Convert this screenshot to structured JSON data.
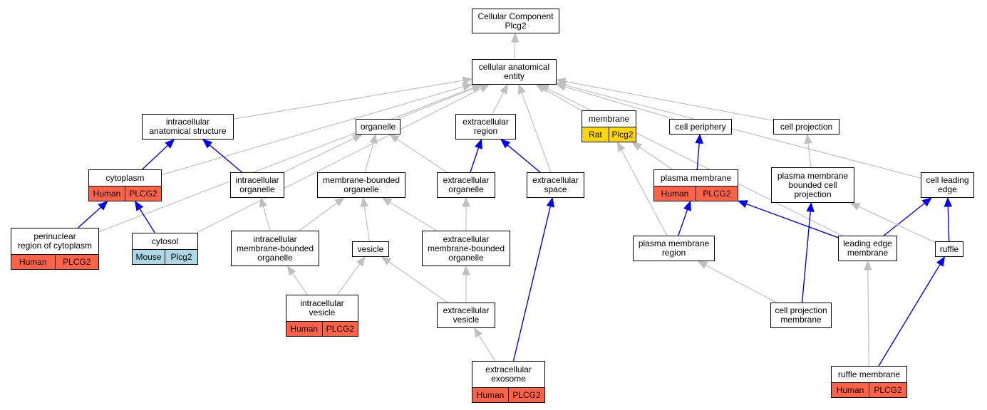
{
  "colors": {
    "gray_edge": "#c0c0c0",
    "blue_edge": "#0000ff",
    "Human": "#ff6347",
    "Mouse": "#add8e6",
    "Rat": "#ffd700"
  },
  "nodes": [
    {
      "id": "cc_root",
      "label": "Cellular Component\nPlcg2",
      "tags": []
    },
    {
      "id": "cae",
      "label": "cellular anatomical\nentity",
      "tags": []
    },
    {
      "id": "ias",
      "label": "intracellular\nanatomical structure",
      "tags": []
    },
    {
      "id": "organelle",
      "label": "organelle",
      "tags": []
    },
    {
      "id": "exreg",
      "label": "extracellular\nregion",
      "tags": []
    },
    {
      "id": "membrane",
      "label": "membrane",
      "tags": [
        {
          "species": "Rat",
          "symbol": "Plcg2"
        }
      ]
    },
    {
      "id": "cellper",
      "label": "cell periphery",
      "tags": []
    },
    {
      "id": "cellproj",
      "label": "cell projection",
      "tags": []
    },
    {
      "id": "cytoplasm",
      "label": "cytoplasm",
      "tags": [
        {
          "species": "Human",
          "symbol": "PLCG2"
        }
      ]
    },
    {
      "id": "intorg",
      "label": "intracellular\norganelle",
      "tags": []
    },
    {
      "id": "mbo",
      "label": "membrane-bounded\norganelle",
      "tags": []
    },
    {
      "id": "exorg",
      "label": "extracellular\norganelle",
      "tags": []
    },
    {
      "id": "exspace",
      "label": "extracellular\nspace",
      "tags": []
    },
    {
      "id": "pm",
      "label": "plasma membrane",
      "tags": [
        {
          "species": "Human",
          "symbol": "PLCG2"
        }
      ]
    },
    {
      "id": "pmbcp",
      "label": "plasma membrane\nbounded cell\nprojection",
      "tags": []
    },
    {
      "id": "cle",
      "label": "cell leading\nedge",
      "tags": []
    },
    {
      "id": "perinuc",
      "label": "perinuclear\nregion of cytoplasm",
      "tags": [
        {
          "species": "Human",
          "symbol": "PLCG2"
        }
      ]
    },
    {
      "id": "cytosol",
      "label": "cytosol",
      "tags": [
        {
          "species": "Mouse",
          "symbol": "Plcg2"
        }
      ]
    },
    {
      "id": "imbo",
      "label": "intracellular\nmembrane-bounded\norganelle",
      "tags": []
    },
    {
      "id": "vesicle",
      "label": "vesicle",
      "tags": []
    },
    {
      "id": "embo",
      "label": "extracellular\nmembrane-bounded\norganelle",
      "tags": []
    },
    {
      "id": "pmr",
      "label": "plasma membrane\nregion",
      "tags": []
    },
    {
      "id": "lem",
      "label": "leading edge\nmembrane",
      "tags": []
    },
    {
      "id": "ruffle",
      "label": "ruffle",
      "tags": []
    },
    {
      "id": "iv",
      "label": "intracellular\nvesicle",
      "tags": [
        {
          "species": "Human",
          "symbol": "PLCG2"
        }
      ]
    },
    {
      "id": "ev",
      "label": "extracellular\nvesicle",
      "tags": []
    },
    {
      "id": "cpm",
      "label": "cell projection\nmembrane",
      "tags": []
    },
    {
      "id": "exo",
      "label": "extracellular\nexosome",
      "tags": [
        {
          "species": "Human",
          "symbol": "PLCG2"
        }
      ]
    },
    {
      "id": "rm",
      "label": "ruffle membrane",
      "tags": [
        {
          "species": "Human",
          "symbol": "PLCG2"
        }
      ]
    }
  ],
  "edges": [
    {
      "from": "cae",
      "to": "cc_root",
      "kind": "is_a"
    },
    {
      "from": "ias",
      "to": "cae",
      "kind": "is_a"
    },
    {
      "from": "organelle",
      "to": "cae",
      "kind": "is_a"
    },
    {
      "from": "exreg",
      "to": "cae",
      "kind": "is_a"
    },
    {
      "from": "exspace",
      "to": "cae",
      "kind": "is_a"
    },
    {
      "from": "membrane",
      "to": "cae",
      "kind": "is_a"
    },
    {
      "from": "cellper",
      "to": "cae",
      "kind": "is_a"
    },
    {
      "from": "cellproj",
      "to": "cae",
      "kind": "is_a"
    },
    {
      "from": "cle",
      "to": "cae",
      "kind": "is_a"
    },
    {
      "from": "lem",
      "to": "cae",
      "kind": "is_a"
    },
    {
      "from": "cytoplasm",
      "to": "cae",
      "kind": "is_a"
    },
    {
      "from": "perinuc",
      "to": "cae",
      "kind": "is_a"
    },
    {
      "from": "cytosol",
      "to": "cae",
      "kind": "is_a"
    },
    {
      "from": "cytoplasm",
      "to": "ias",
      "kind": "part_of"
    },
    {
      "from": "intorg",
      "to": "ias",
      "kind": "part_of"
    },
    {
      "from": "intorg",
      "to": "organelle",
      "kind": "is_a"
    },
    {
      "from": "mbo",
      "to": "organelle",
      "kind": "is_a"
    },
    {
      "from": "exorg",
      "to": "organelle",
      "kind": "is_a"
    },
    {
      "from": "exorg",
      "to": "exreg",
      "kind": "part_of"
    },
    {
      "from": "exspace",
      "to": "exreg",
      "kind": "part_of"
    },
    {
      "from": "pm",
      "to": "cellper",
      "kind": "part_of"
    },
    {
      "from": "pm",
      "to": "membrane",
      "kind": "is_a"
    },
    {
      "from": "pmr",
      "to": "membrane",
      "kind": "is_a"
    },
    {
      "from": "pmbcp",
      "to": "cellproj",
      "kind": "is_a"
    },
    {
      "from": "perinuc",
      "to": "cytoplasm",
      "kind": "part_of"
    },
    {
      "from": "cytosol",
      "to": "cytoplasm",
      "kind": "part_of"
    },
    {
      "from": "imbo",
      "to": "intorg",
      "kind": "is_a"
    },
    {
      "from": "imbo",
      "to": "mbo",
      "kind": "is_a"
    },
    {
      "from": "vesicle",
      "to": "mbo",
      "kind": "is_a"
    },
    {
      "from": "embo",
      "to": "mbo",
      "kind": "is_a"
    },
    {
      "from": "embo",
      "to": "exorg",
      "kind": "is_a"
    },
    {
      "from": "pmr",
      "to": "pm",
      "kind": "part_of"
    },
    {
      "from": "lem",
      "to": "pm",
      "kind": "part_of"
    },
    {
      "from": "lem",
      "to": "cle",
      "kind": "part_of"
    },
    {
      "from": "ruffle",
      "to": "cle",
      "kind": "part_of"
    },
    {
      "from": "ruffle",
      "to": "pmbcp",
      "kind": "is_a"
    },
    {
      "from": "iv",
      "to": "imbo",
      "kind": "is_a"
    },
    {
      "from": "iv",
      "to": "vesicle",
      "kind": "is_a"
    },
    {
      "from": "ev",
      "to": "vesicle",
      "kind": "is_a"
    },
    {
      "from": "ev",
      "to": "embo",
      "kind": "is_a"
    },
    {
      "from": "cpm",
      "to": "pmr",
      "kind": "is_a"
    },
    {
      "from": "cpm",
      "to": "pmbcp",
      "kind": "part_of"
    },
    {
      "from": "exo",
      "to": "ev",
      "kind": "is_a"
    },
    {
      "from": "exo",
      "to": "exspace",
      "kind": "part_of"
    },
    {
      "from": "rm",
      "to": "lem",
      "kind": "is_a"
    },
    {
      "from": "rm",
      "to": "ruffle",
      "kind": "part_of"
    }
  ]
}
